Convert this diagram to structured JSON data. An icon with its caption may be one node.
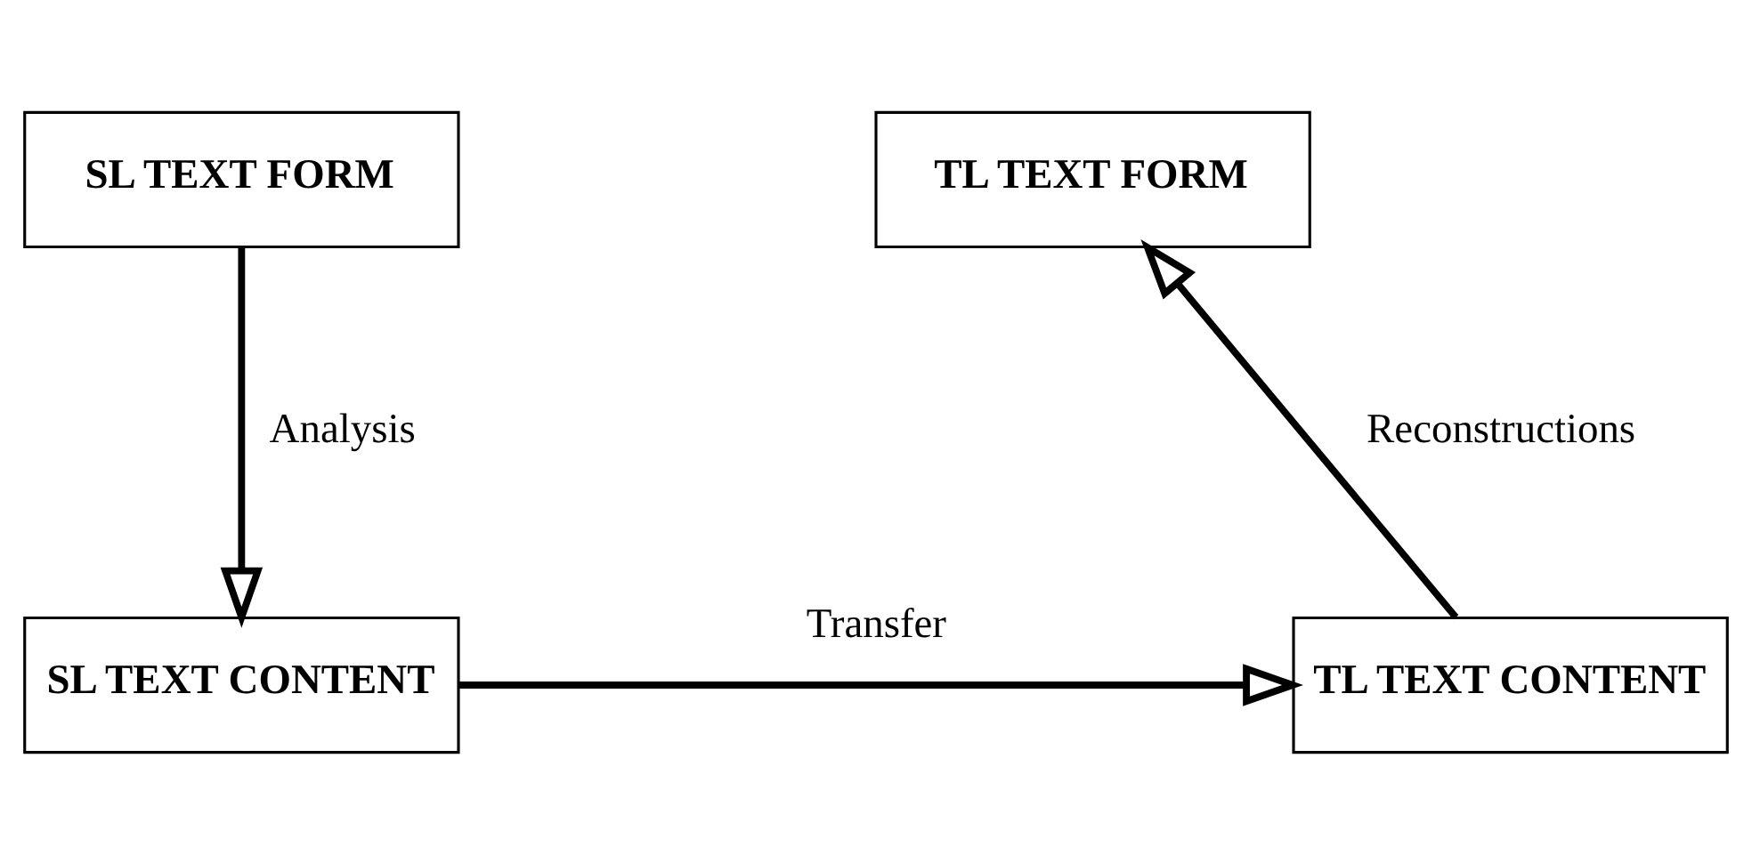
{
  "diagram": {
    "nodes": [
      {
        "text": [
          "SL TEXT FORM"
        ]
      },
      {
        "text": [
          "TL TEXT FORM"
        ]
      },
      {
        "text": [
          "SL TEXT CONTENT"
        ]
      },
      {
        "text": [
          "TL TEXT CONTENT"
        ]
      }
    ],
    "edges": [
      {
        "from": 0,
        "to": 2,
        "arrow": "to",
        "label": "Analysis"
      },
      {
        "from": 2,
        "to": 3,
        "arrow": "to",
        "label": "Transfer"
      },
      {
        "from": 3,
        "to": 1,
        "arrow": "to",
        "label": "Reconstructions"
      }
    ]
  }
}
